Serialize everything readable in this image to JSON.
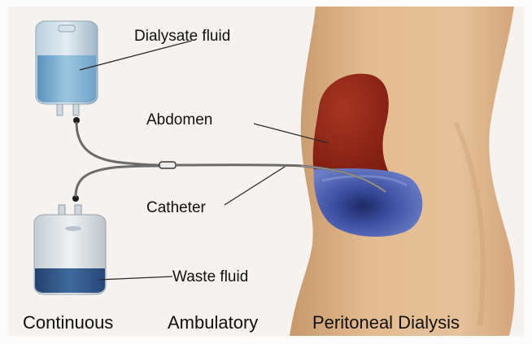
{
  "labels": {
    "dialysate": "Dialysate fluid",
    "abdomen": "Abdomen",
    "catheter": "Catheter",
    "waste": "Waste fluid"
  },
  "caption": {
    "word1": "Continuous",
    "word2": "Ambulatory",
    "word3": "Peritoneal Dialysis"
  },
  "colors": {
    "background": "#f6f4f2",
    "skin": "#e2b98f",
    "skin_shade": "#c99a6e",
    "peritoneum": "#922414",
    "dialysate_in_abdomen": "#3a4a9a",
    "dialysate_bag_fluid": "#7fb0cf",
    "waste_bag_fluid": "#2f4f7e",
    "tube": "#6b6b6b"
  }
}
